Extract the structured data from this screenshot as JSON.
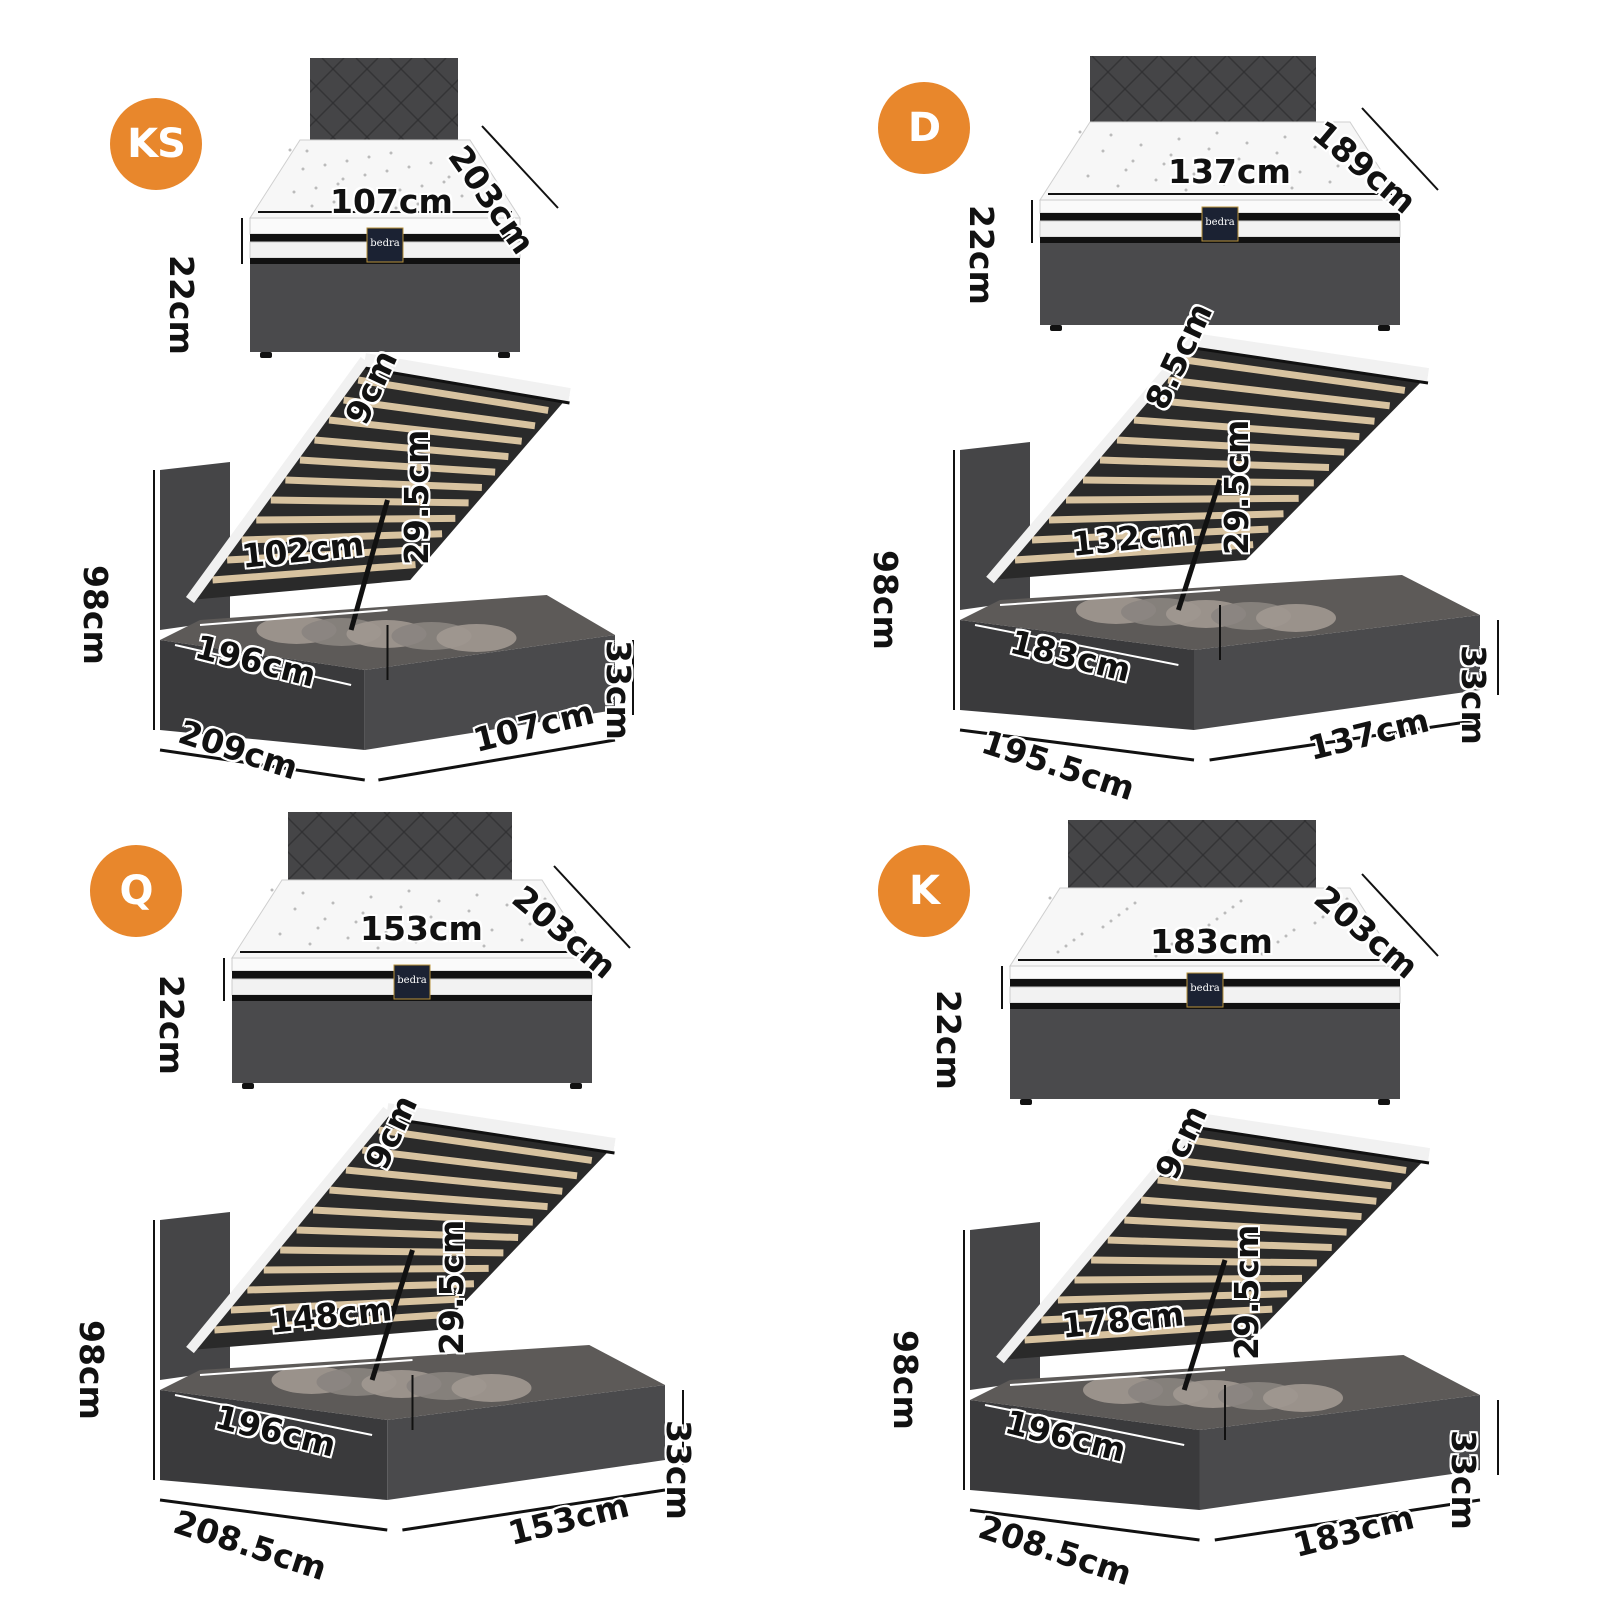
{
  "colors": {
    "badge": "#E8872C",
    "frame": "#4a4a4c",
    "frame_dark": "#3a3a3c",
    "headboard": "#454547",
    "mattress": "#f3f3f3",
    "slat": "#d8c3a0"
  },
  "icons": [
    "tufted-headboard-icon",
    "mattress-icon",
    "storage-bed-open-icon"
  ],
  "brand_label": "bedra",
  "sizes": [
    {
      "badge": "KS",
      "top": {
        "width": "107cm",
        "length": "203cm",
        "mattress_height": "22cm"
      },
      "bottom": {
        "frame_height": "98cm",
        "lid_thickness": "9cm",
        "inner_width": "102cm",
        "storage_depth": "29.5cm",
        "inner_length": "196cm",
        "base_height": "33cm",
        "outer_length": "209cm",
        "outer_width": "107cm"
      }
    },
    {
      "badge": "D",
      "top": {
        "width": "137cm",
        "length": "189cm",
        "mattress_height": "22cm"
      },
      "bottom": {
        "frame_height": "98cm",
        "lid_thickness": "8.5cm",
        "inner_width": "132cm",
        "storage_depth": "29.5cm",
        "inner_length": "183cm",
        "base_height": "33cm",
        "outer_length": "195.5cm",
        "outer_width": "137cm"
      }
    },
    {
      "badge": "Q",
      "top": {
        "width": "153cm",
        "length": "203cm",
        "mattress_height": "22cm"
      },
      "bottom": {
        "frame_height": "98cm",
        "lid_thickness": "9cm",
        "inner_width": "148cm",
        "storage_depth": "29.5cm",
        "inner_length": "196cm",
        "base_height": "33cm",
        "outer_length": "208.5cm",
        "outer_width": "153cm"
      }
    },
    {
      "badge": "K",
      "top": {
        "width": "183cm",
        "length": "203cm",
        "mattress_height": "22cm"
      },
      "bottom": {
        "frame_height": "98cm",
        "lid_thickness": "9cm",
        "inner_width": "178cm",
        "storage_depth": "29.5cm",
        "inner_length": "196cm",
        "base_height": "33cm",
        "outer_length": "208.5cm",
        "outer_width": "183cm"
      }
    }
  ]
}
